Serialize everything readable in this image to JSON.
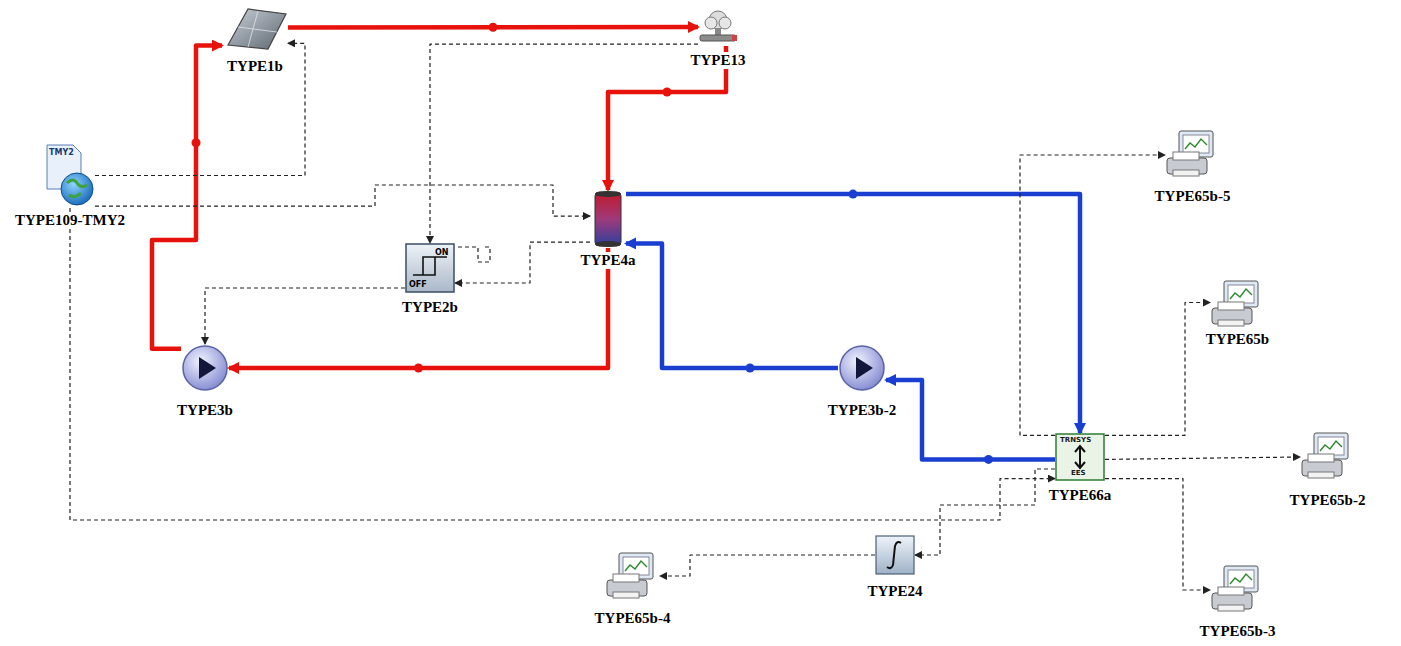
{
  "diagram": {
    "nodes": [
      {
        "text": [
          "TYPE1b"
        ]
      },
      {
        "text": [
          "TYPE13"
        ]
      },
      {
        "text": [
          "TMY2",
          "TYPE109-TMY2"
        ]
      },
      {
        "text": [
          "ON",
          "OFF",
          "TYPE2b"
        ]
      },
      {
        "text": [
          "TYPE4a"
        ]
      },
      {
        "text": [
          "TYPE3b"
        ]
      },
      {
        "text": [
          "TYPE3b-2"
        ]
      },
      {
        "text": [
          "TYPE65b-5"
        ]
      },
      {
        "text": [
          "TYPE65b"
        ]
      },
      {
        "text": [
          "TRNSYS",
          "EES",
          "TYPE66a"
        ]
      },
      {
        "text": [
          "TYPE65b-2"
        ]
      },
      {
        "text": [
          "TYPE24"
        ]
      },
      {
        "text": [
          "TYPE65b-4"
        ]
      },
      {
        "text": [
          "TYPE65b-3"
        ]
      }
    ],
    "edges": [
      {
        "from": 5,
        "to": 0,
        "arrow": "to"
      },
      {
        "from": 0,
        "to": 1,
        "arrow": "to"
      },
      {
        "from": 1,
        "to": 4,
        "arrow": "to"
      },
      {
        "from": 4,
        "to": 5,
        "arrow": "to"
      },
      {
        "from": 4,
        "to": 9,
        "arrow": "to"
      },
      {
        "from": 9,
        "to": 6,
        "arrow": "to"
      },
      {
        "from": 6,
        "to": 4,
        "arrow": "to"
      },
      {
        "from": 2,
        "to": 0,
        "arrow": "to"
      },
      {
        "from": 2,
        "to": 4,
        "arrow": "to"
      },
      {
        "from": 2,
        "to": 9,
        "arrow": "to"
      },
      {
        "from": 1,
        "to": 3,
        "arrow": "to"
      },
      {
        "from": 4,
        "to": 3,
        "arrow": "to"
      },
      {
        "from": 3,
        "to": 5,
        "arrow": "to"
      },
      {
        "from": 9,
        "to": 7,
        "arrow": "to"
      },
      {
        "from": 9,
        "to": 8,
        "arrow": "to"
      },
      {
        "from": 9,
        "to": 10,
        "arrow": "to"
      },
      {
        "from": 9,
        "to": 13,
        "arrow": "to"
      },
      {
        "from": 9,
        "to": 11,
        "arrow": "to"
      },
      {
        "from": 11,
        "to": 12,
        "arrow": "to"
      }
    ]
  }
}
